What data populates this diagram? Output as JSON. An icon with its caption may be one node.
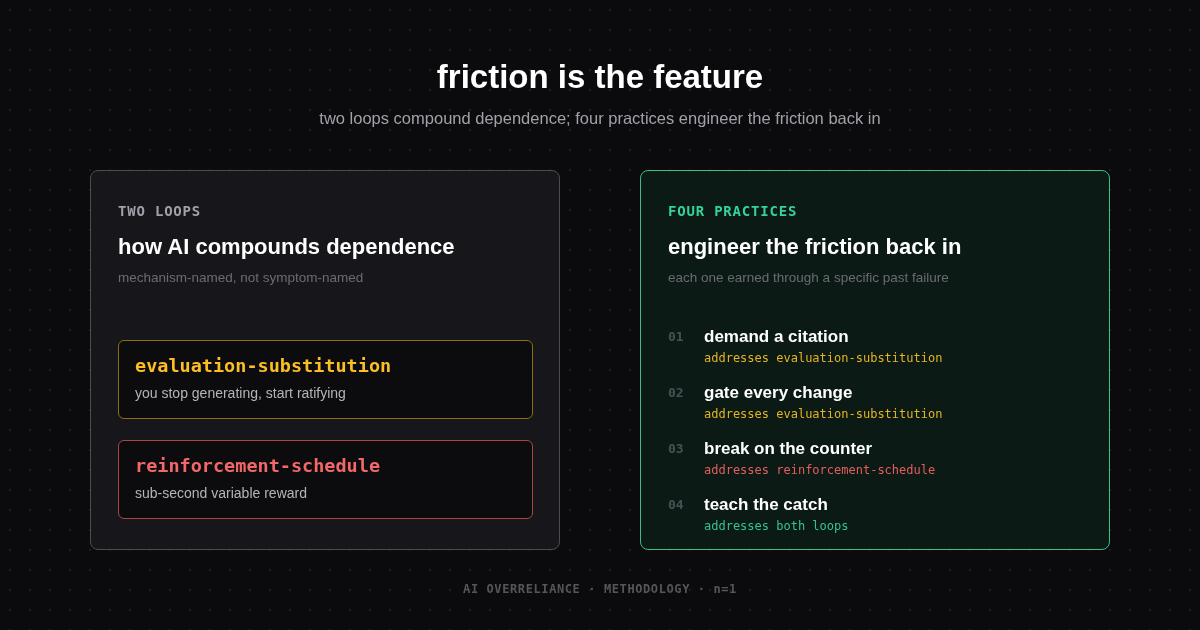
{
  "diagram": {
    "title": "friction is the feature",
    "caption": "AI OVERRELIANCE · METHODOLOGY · n=1",
    "nodes": [
      {
        "text": [
          "TWO LOOPS",
          "how AI compounds dependence",
          "mechanism-named, not symptom-named"
        ]
      },
      {
        "text": [
          "evaluation-substitution",
          "you stop generating, start ratifying"
        ],
        "in": 0
      },
      {
        "text": [
          "reinforcement-schedule",
          "sub-second variable reward"
        ],
        "in": 0
      },
      {
        "text": [
          "FOUR PRACTICES",
          "engineer the friction back in",
          "each one earned through a specific past failure"
        ]
      }
    ],
    "labels": [
      "two loops compound dependence; four practices engineer the friction back in",
      "01",
      "demand a citation",
      "addresses evaluation-substitution",
      "02",
      "gate every change",
      "addresses evaluation-substitution",
      "03",
      "break on the counter",
      "addresses reinforcement-schedule",
      "04",
      "teach the catch",
      "addresses both loops"
    ]
  }
}
